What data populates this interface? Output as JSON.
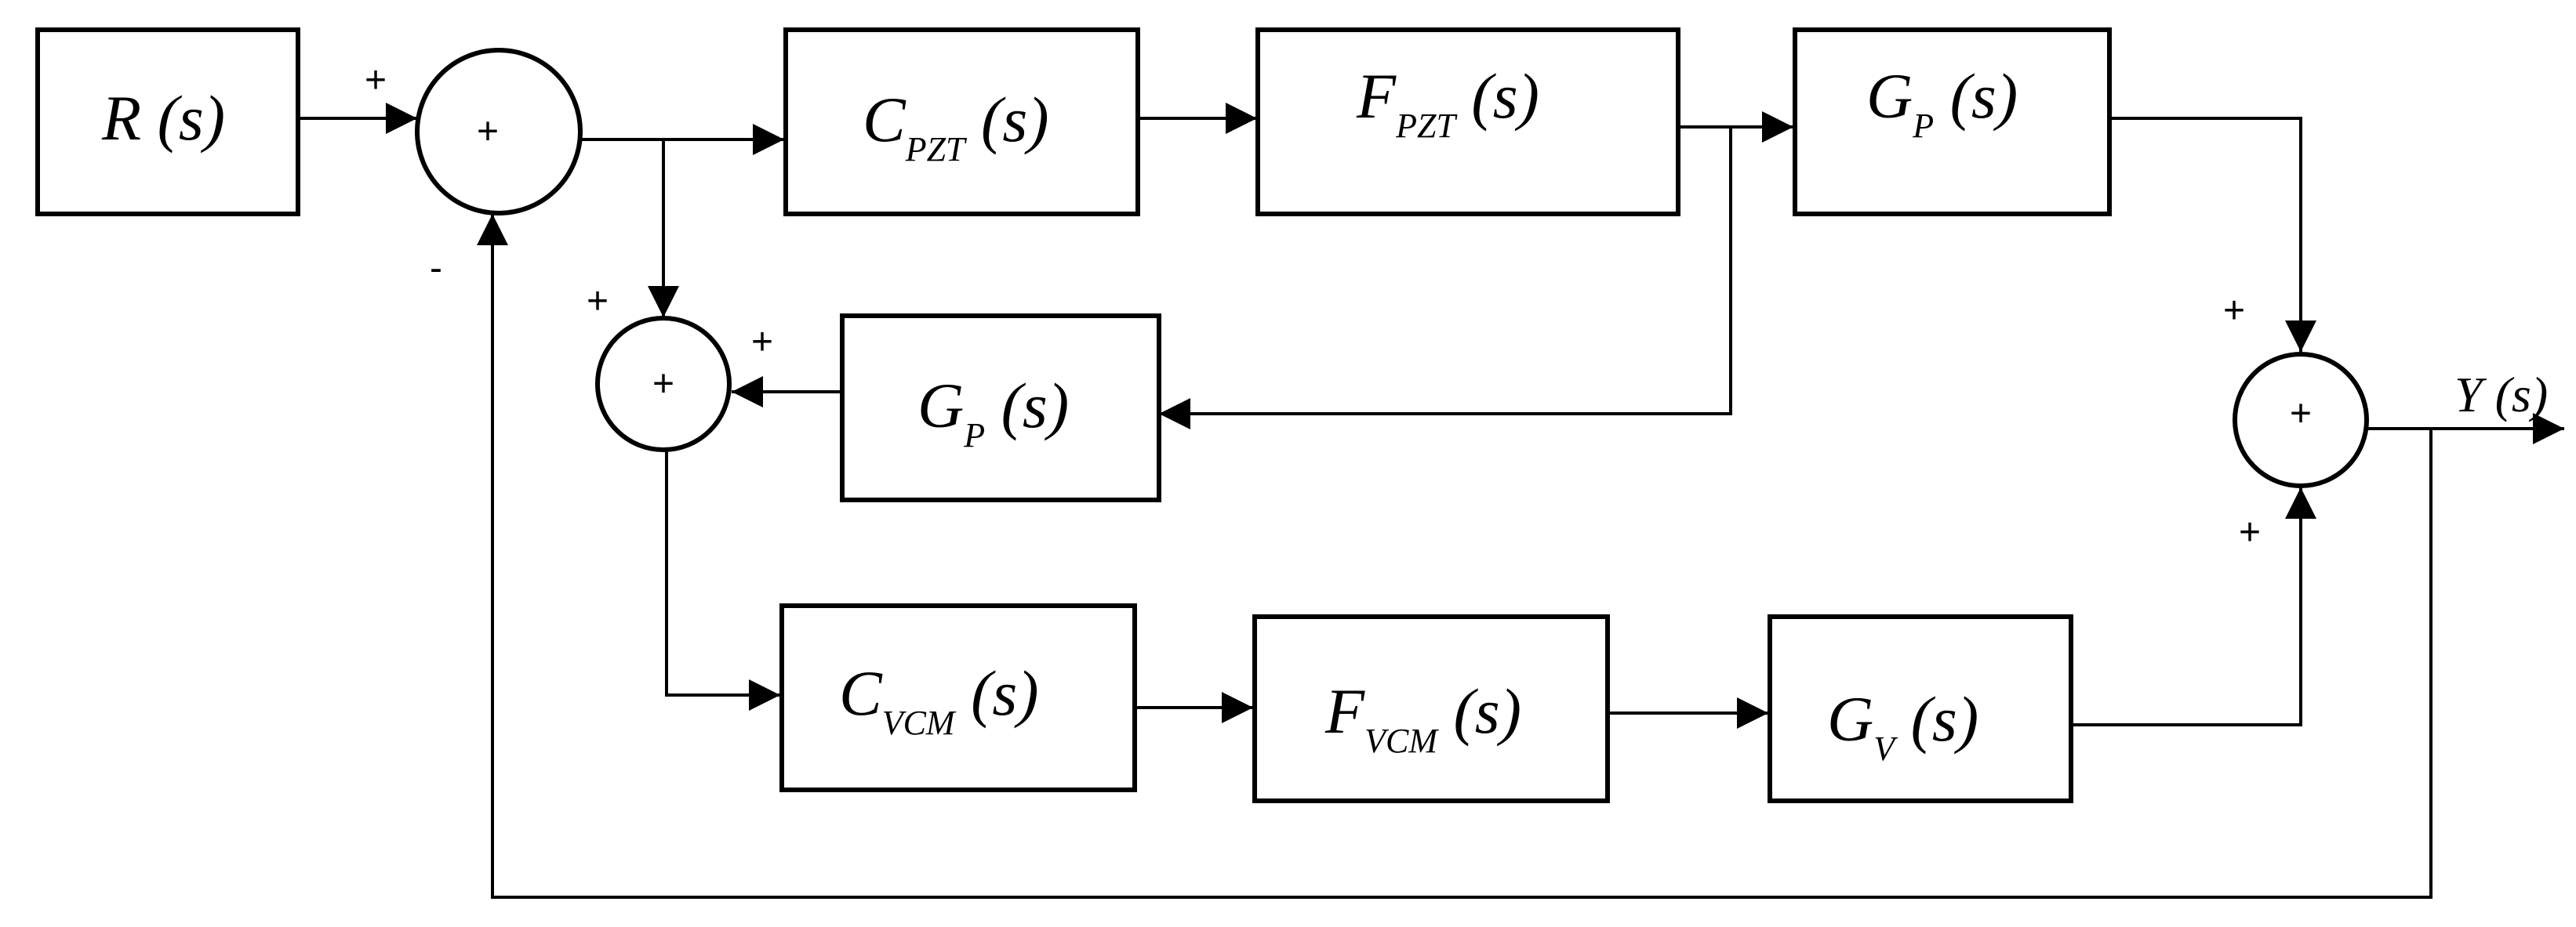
{
  "blocks": {
    "r": {
      "main": "R",
      "sub": "",
      "arg": " (s)"
    },
    "c_pzt": {
      "main": "C",
      "sub": "PZT",
      "arg": " (s)"
    },
    "f_pzt": {
      "main": "F",
      "sub": "PZT",
      "arg": " (s)"
    },
    "gp_top": {
      "main": "G",
      "sub": "P",
      "arg": " (s)"
    },
    "gp_mid": {
      "main": "G",
      "sub": "P",
      "arg": " (s)"
    },
    "c_vcm": {
      "main": "C",
      "sub": "VCM",
      "arg": " (s)"
    },
    "f_vcm": {
      "main": "F",
      "sub": "VCM",
      "arg": " (s)"
    },
    "gv": {
      "main": "G",
      "sub": "V",
      "arg": " (s)"
    }
  },
  "summing_junctions": {
    "s1": {
      "symbol": "+",
      "sign_left": "+",
      "sign_bottom": "-"
    },
    "s2": {
      "symbol": "+",
      "sign_top": "+",
      "sign_right": "+"
    },
    "s3": {
      "symbol": "+",
      "sign_top": "+",
      "sign_bottom": "+"
    }
  },
  "output": {
    "label": "Y (s)"
  }
}
